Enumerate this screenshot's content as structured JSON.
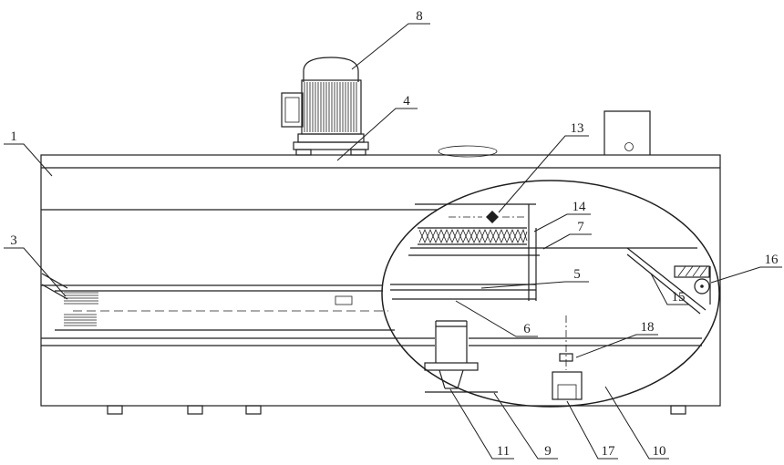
{
  "figure": {
    "labels": {
      "p1": "1",
      "p3": "3",
      "p4": "4",
      "p5": "5",
      "p6": "6",
      "p7": "7",
      "p8": "8",
      "p9": "9",
      "p10": "10",
      "p11": "11",
      "p13": "13",
      "p14": "14",
      "p15": "15",
      "p16": "16",
      "p17": "17",
      "p18": "18"
    },
    "colors": {
      "line": "#1f1f1f",
      "background": "#ffffff"
    }
  }
}
